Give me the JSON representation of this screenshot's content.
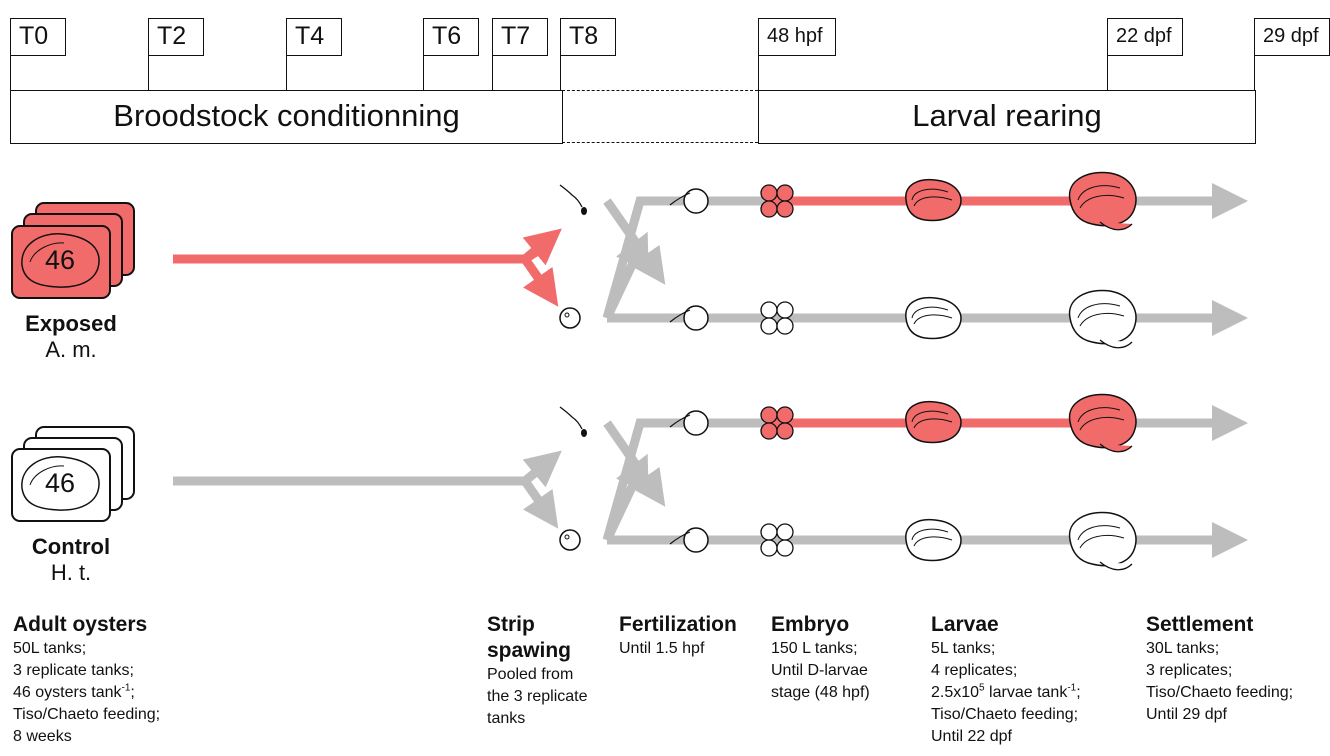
{
  "timepoints": {
    "t0": "T0",
    "t2": "T2",
    "t4": "T4",
    "t6": "T6",
    "t7": "T7",
    "t8": "T8",
    "h48": "48 hpf",
    "d22": "22 dpf",
    "d29": "29 dpf"
  },
  "phases": {
    "broodstock": "Broodstock conditionning",
    "larval": "Larval rearing"
  },
  "groups": {
    "exposed": {
      "tank_count": "46",
      "label": "Exposed",
      "species": "A. m."
    },
    "control": {
      "tank_count": "46",
      "label": "Control",
      "species": "H. t."
    }
  },
  "stages": {
    "adult": {
      "title": "Adult oysters",
      "lines": [
        "50L tanks;",
        "3 replicate tanks;",
        "46 oysters tank",
        "Tiso/Chaeto feeding;",
        "8 weeks"
      ],
      "sup": "-1",
      "after_sup": ";"
    },
    "strip": {
      "title_1": "Strip",
      "title_2": "spawing",
      "lines": [
        "Pooled from",
        "the 3 replicate",
        "tanks"
      ]
    },
    "fert": {
      "title": "Fertilization",
      "lines": [
        "Until 1.5 hpf"
      ]
    },
    "embryo": {
      "title": "Embryo",
      "lines": [
        "150 L tanks;",
        "Until D-larvae",
        "stage (48 hpf)"
      ]
    },
    "larvae": {
      "title": "Larvae",
      "lines": [
        "5L tanks;",
        "4 replicates;",
        "2.5x10",
        "Tiso/Chaeto feeding;",
        "Until 22 dpf"
      ],
      "sup_exp": "5",
      "mid": " larvae tank",
      "sup_neg": "-1",
      "after": ";"
    },
    "settle": {
      "title": "Settlement",
      "lines": [
        "30L tanks;",
        "3 replicates;",
        "Tiso/Chaeto feeding;",
        "Until 29 dpf"
      ]
    }
  },
  "colors": {
    "exposed": "#f26b6b",
    "control": "#bdbdbd",
    "outline": "#111111"
  }
}
